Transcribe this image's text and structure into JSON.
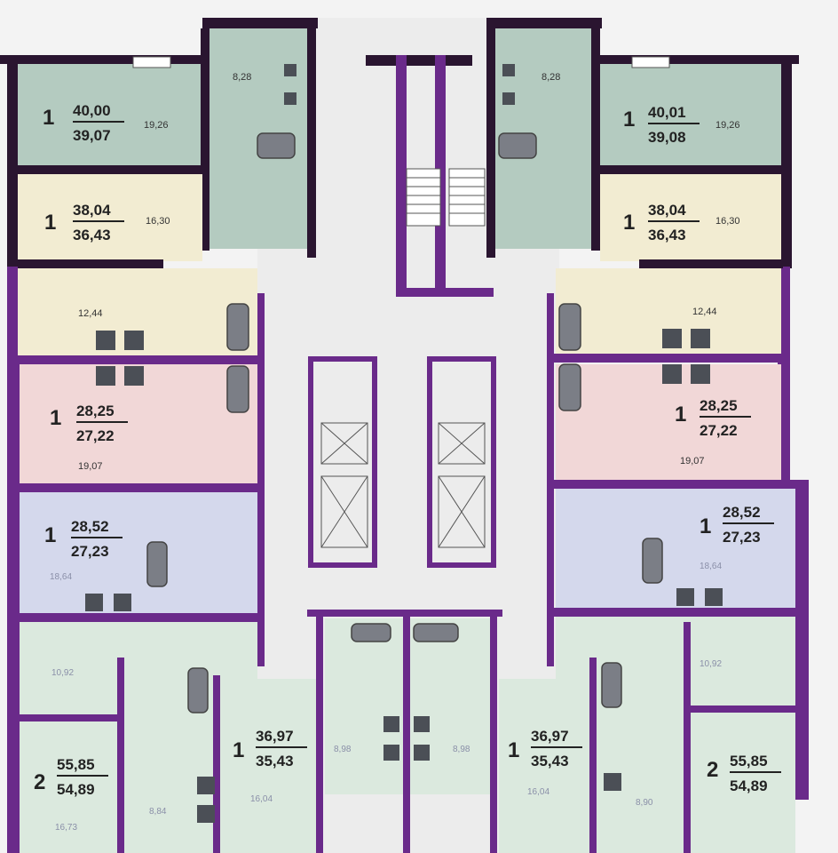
{
  "colors": {
    "green": "#b4cbc0",
    "beige": "#f2ecd2",
    "pink": "#f1d7d7",
    "blue": "#d4d8ec",
    "mint": "#dbe9de",
    "corridor": "#ececec",
    "wall": "#6a2a8a",
    "wall_dark": "#2a1530"
  },
  "apartments": [
    {
      "id": "apt-1",
      "rooms": "1",
      "total": "40,00",
      "living": "39,07",
      "room_area": "19,26",
      "kitchen": "8,28"
    },
    {
      "id": "apt-2",
      "rooms": "1",
      "total": "40,01",
      "living": "39,08",
      "room_area": "19,26",
      "kitchen": "8,28"
    },
    {
      "id": "apt-3",
      "rooms": "1",
      "total": "38,04",
      "living": "36,43",
      "room_area": "16,30",
      "kitchen": "12,44"
    },
    {
      "id": "apt-4",
      "rooms": "1",
      "total": "38,04",
      "living": "36,43",
      "room_area": "16,30",
      "kitchen": "12,44"
    },
    {
      "id": "apt-5",
      "rooms": "1",
      "total": "28,25",
      "living": "27,22",
      "room_area": "19,07"
    },
    {
      "id": "apt-6",
      "rooms": "1",
      "total": "28,25",
      "living": "27,22",
      "room_area": "19,07"
    },
    {
      "id": "apt-7",
      "rooms": "1",
      "total": "28,52",
      "living": "27,23",
      "room_area": "18,64"
    },
    {
      "id": "apt-8",
      "rooms": "1",
      "total": "28,52",
      "living": "27,23",
      "room_area": "18,64"
    },
    {
      "id": "apt-9",
      "rooms": "2",
      "total": "55,85",
      "living": "54,89",
      "room_area": "10,92",
      "room_area_2": "16,73",
      "kitchen": "8,84"
    },
    {
      "id": "apt-10",
      "rooms": "2",
      "total": "55,85",
      "living": "54,89",
      "room_area": "10,92",
      "kitchen": "8,90"
    },
    {
      "id": "apt-11",
      "rooms": "1",
      "total": "36,97",
      "living": "35,43",
      "room_area": "16,04",
      "kitchen": "8,98"
    },
    {
      "id": "apt-12",
      "rooms": "1",
      "total": "36,97",
      "living": "35,43",
      "room_area": "16,04",
      "kitchen": "8,98"
    }
  ]
}
